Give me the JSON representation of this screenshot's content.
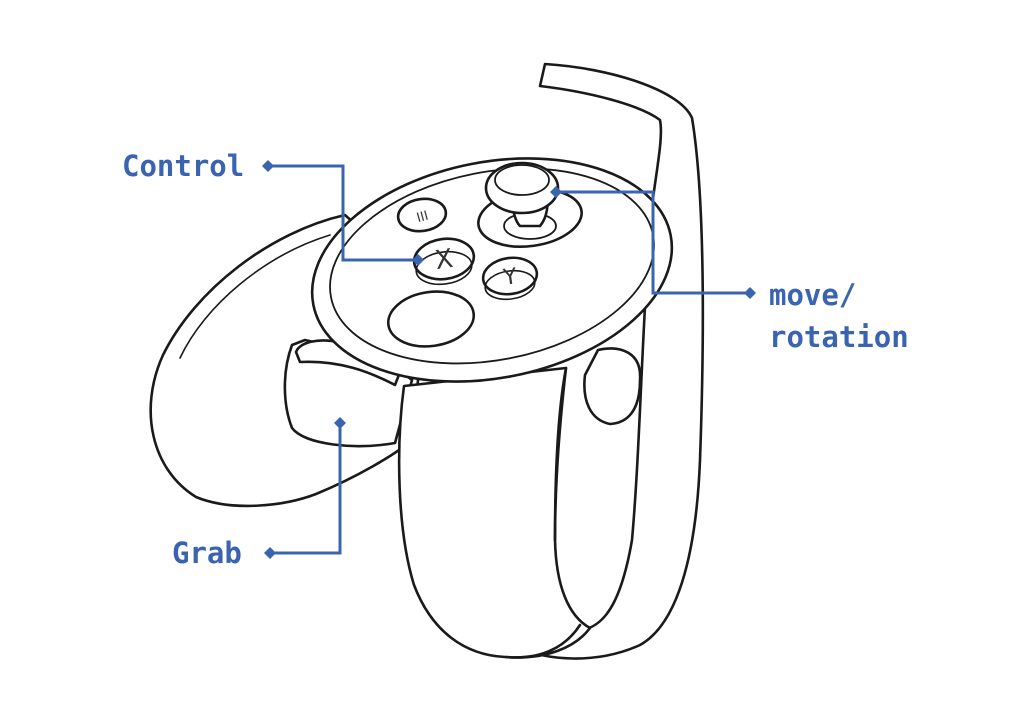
{
  "diagram": {
    "callouts": [
      {
        "id": "control",
        "text": "Control"
      },
      {
        "id": "move",
        "lines": [
          "move/",
          "rotation"
        ]
      },
      {
        "id": "grab",
        "text": "Grab"
      }
    ],
    "button_labels": {
      "menu": "III",
      "x": "X",
      "y": "Y"
    }
  },
  "colors": {
    "callout": "#3a64b0",
    "outline": "#1a1a1a",
    "fill": "#ffffff"
  }
}
